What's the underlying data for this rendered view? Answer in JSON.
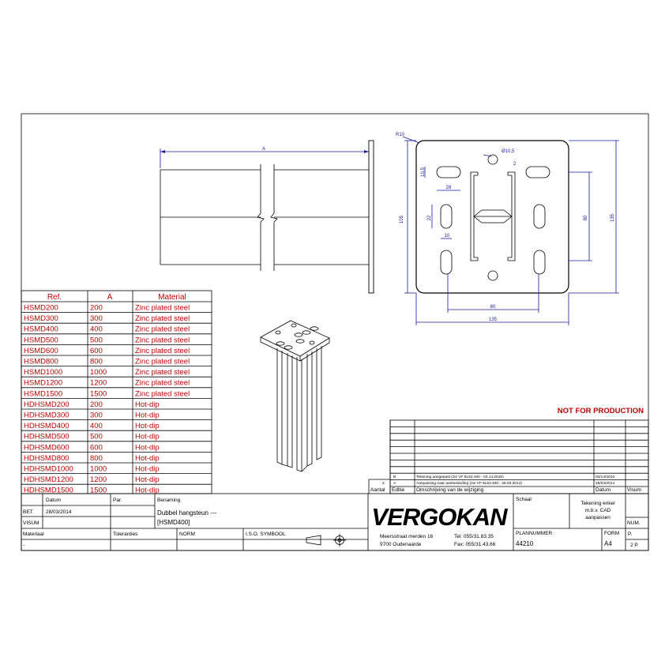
{
  "notice": "NOT FOR PRODUCTION",
  "parts_table": {
    "headers": [
      "Ref.",
      "A",
      "Material"
    ],
    "rows": [
      [
        "HSMD200",
        "200",
        "Zinc plated steel"
      ],
      [
        "HSMD300",
        "300",
        "Zinc plated steel"
      ],
      [
        "HSMD400",
        "400",
        "Zinc plated steel"
      ],
      [
        "HSMD500",
        "500",
        "Zinc plated steel"
      ],
      [
        "HSMD600",
        "600",
        "Zinc plated steel"
      ],
      [
        "HSMD800",
        "800",
        "Zinc plated steel"
      ],
      [
        "HSMD1000",
        "1000",
        "Zinc plated steel"
      ],
      [
        "HSMD1200",
        "1200",
        "Zinc plated steel"
      ],
      [
        "HSMD1500",
        "1500",
        "Zinc plated steel"
      ],
      [
        "HDHSMD200",
        "200",
        "Hot-dip"
      ],
      [
        "HDHSMD300",
        "300",
        "Hot-dip"
      ],
      [
        "HDHSMD400",
        "400",
        "Hot-dip"
      ],
      [
        "HDHSMD500",
        "500",
        "Hot-dip"
      ],
      [
        "HDHSMD600",
        "600",
        "Hot-dip"
      ],
      [
        "HDHSMD800",
        "800",
        "Hot-dip"
      ],
      [
        "HDHSMD1000",
        "1000",
        "Hot-dip"
      ],
      [
        "HDHSMD1200",
        "1200",
        "Hot-dip"
      ],
      [
        "HDHSMD1500",
        "1500",
        "Hot-dip"
      ]
    ]
  },
  "dimensions": {
    "side_length": "A",
    "corner_radius": "R10",
    "hole_diameter": "Ø10,5",
    "slot_width": "10,5",
    "slot_length": "28",
    "slot_spacing": "2",
    "slot_v_length": "22",
    "slot_v_width": "10",
    "plate_height_inner": "105",
    "hole_pitch_v": "80",
    "plate_height": "135",
    "hole_pitch_h": "80",
    "plate_width": "135"
  },
  "revisions": [
    {
      "index": "B",
      "description": "Tekening aangepast (zie VF 8L63.400 - 03.14.2016)",
      "date": "03/14/2016",
      "visum": ""
    },
    {
      "index": "A",
      "description": "Aanpassing naar aanbesteding (zie VF 8L63.400 - 28.03.2014)",
      "date": "28/03/2014",
      "visum": ""
    }
  ],
  "revision_headers": {
    "aantal": "Aantal",
    "editie": "Editie",
    "omschrijving": "Omschrijving van de wijziging",
    "datum": "Datum",
    "visum": "Visum"
  },
  "title_block": {
    "datum_label": "Datum",
    "par_label": "Par.",
    "benaming_label": "Benaming",
    "bet_label": "BET.",
    "bet_date": "28/03/2014",
    "visum_label": "VISUM",
    "title_line1": "Dubbel hangsteun ---",
    "title_line2": "[HSMD400]",
    "materiaal_label": "Materiaal",
    "toleranties_label": "Toleranties",
    "norm_label": "NORM",
    "iso_label": "I.S.O. SYMBOOL",
    "materiaal_value": "-",
    "company": "VERGOKAN",
    "address1": "Meersstraat merden 16",
    "address2": "9700 Oudenaarde",
    "tel": "Tel: 055/31.83.35",
    "fax": "Fax: 055/31.43.66",
    "schaal_label": "Schaal",
    "note_line1": "Tekening enkel",
    "note_line2": "m.b.v. CAD",
    "note_line3": "aanpassen",
    "plannummer_label": "PLANNUMMER",
    "plannummer": "44210",
    "form_label": "FORM",
    "form_value": "A4",
    "nummer_label": "NUM.",
    "p_label": "P.",
    "page_value": "2  P."
  }
}
